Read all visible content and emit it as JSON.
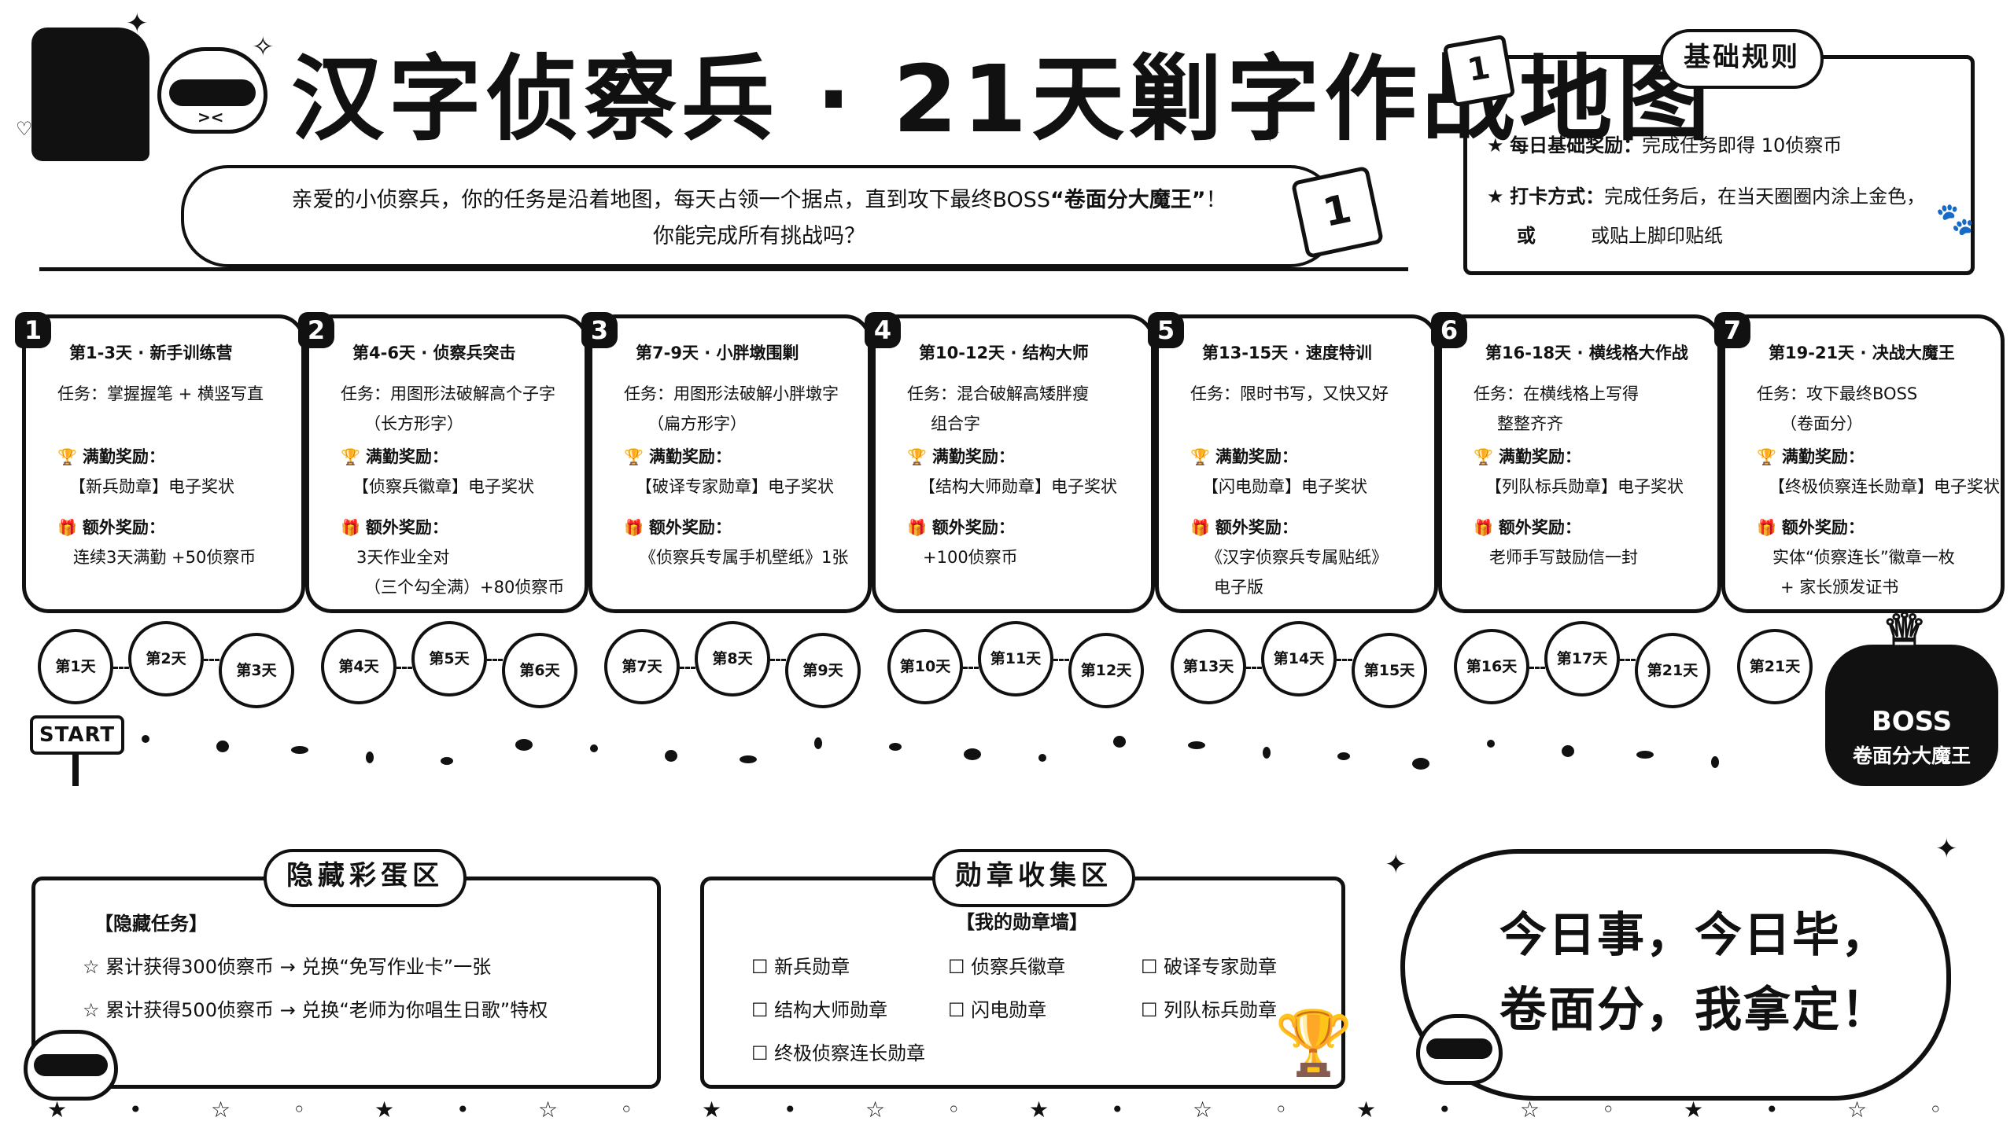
{
  "header": {
    "title": "汉字侦察兵 · 21天剿字作战地图",
    "intro_line1_a": "亲爱的小侦察兵，你的任务是沿着地图，每天占领一个据点，直到攻下最终BOSS",
    "intro_line1_b": "“卷面分大魔王”",
    "intro_line1_c": "！",
    "intro_line2": "你能完成所有挑战吗？"
  },
  "rules": {
    "title": "基础规则",
    "line1_label": "每日基础奖励：",
    "line1_text": "完成任务即得 10侦察币",
    "line2_label": "打卡方式：",
    "line2_text": "完成任务后，在当天圈圈内涂上金色，",
    "line3_label": "或",
    "line3_text": "或贴上脚印贴纸"
  },
  "stages": [
    {
      "num": "1",
      "title": "第1-3天 · 新手训练营",
      "task_label": "任务：",
      "task": "掌握握笔 + 横竖写直",
      "task2": "",
      "reward_label": "满勤奖励：",
      "reward": "【新兵勋章】电子奖状",
      "reward2": "",
      "extra_label": "额外奖励：",
      "extra": "连续3天满勤 +50侦察币",
      "extra2": ""
    },
    {
      "num": "2",
      "title": "第4-6天 · 侦察兵突击",
      "task_label": "任务：",
      "task": "用图形法破解高个子字",
      "task2": "（长方形字）",
      "reward_label": "满勤奖励：",
      "reward": "【侦察兵徽章】电子奖状",
      "reward2": "",
      "extra_label": "额外奖励：",
      "extra": "3天作业全对",
      "extra2": "（三个勾全满）+80侦察币"
    },
    {
      "num": "3",
      "title": "第7-9天 · 小胖墩围剿",
      "task_label": "任务：",
      "task": "用图形法破解小胖墩字",
      "task2": "（扁方形字）",
      "reward_label": "满勤奖励：",
      "reward": "【破译专家勋章】电子奖状",
      "reward2": "",
      "extra_label": "额外奖励：",
      "extra": "《侦察兵专属手机壁纸》1张",
      "extra2": ""
    },
    {
      "num": "4",
      "title": "第10-12天 · 结构大师",
      "task_label": "任务：",
      "task": "混合破解高矮胖瘦",
      "task2": "组合字",
      "reward_label": "满勤奖励：",
      "reward": "【结构大师勋章】电子奖状",
      "reward2": "",
      "extra_label": "额外奖励：",
      "extra": "+100侦察币",
      "extra2": ""
    },
    {
      "num": "5",
      "title": "第13-15天 · 速度特训",
      "task_label": "任务：",
      "task": "限时书写，又快又好",
      "task2": "",
      "reward_label": "满勤奖励：",
      "reward": "【闪电勋章】电子奖状",
      "reward2": "",
      "extra_label": "额外奖励：",
      "extra": "《汉字侦察兵专属贴纸》",
      "extra2": "电子版"
    },
    {
      "num": "6",
      "title": "第16-18天 · 横线格大作战",
      "task_label": "任务：",
      "task": "在横线格上写得",
      "task2": "整整齐齐",
      "reward_label": "满勤奖励：",
      "reward": "【列队标兵勋章】电子奖状",
      "reward2": "",
      "extra_label": "额外奖励：",
      "extra": "老师手写鼓励信一封",
      "extra2": ""
    },
    {
      "num": "7",
      "title": "第19-21天 · 决战大魔王",
      "task_label": "任务：",
      "task": "攻下最终BOSS",
      "task2": "（卷面分）",
      "reward_label": "满勤奖励：",
      "reward": "【终极侦察连长勋章】电子奖状",
      "reward2": "",
      "extra_label": "额外奖励：",
      "extra": "实体“侦察连长”徽章一枚",
      "extra2": "+ 家长颁发证书"
    }
  ],
  "days": [
    "第1天",
    "第2天",
    "第3天",
    "第4天",
    "第5天",
    "第6天",
    "第7天",
    "第8天",
    "第9天",
    "第10天",
    "第11天",
    "第12天",
    "第13天",
    "第14天",
    "第15天",
    "第16天",
    "第17天",
    "第21天",
    "第21天"
  ],
  "start_label": "START",
  "boss": {
    "line1": "BOSS",
    "line2": "卷面分大魔王"
  },
  "easter": {
    "title": "隐藏彩蛋区",
    "heading": "【隐藏任务】",
    "item1": "累计获得300侦察币 → 兑换“免写作业卡”一张",
    "item2": "累计获得500侦察币 → 兑换“老师为你唱生日歌”特权"
  },
  "medals": {
    "title": "勋章收集区",
    "heading": "【我的勋章墙】",
    "items": [
      "新兵勋章",
      "侦察兵徽章",
      "破译专家勋章",
      "结构大师勋章",
      "闪电勋章",
      "列队标兵勋章",
      "终极侦察连长勋章"
    ]
  },
  "slogan": {
    "line1": "今日事，今日毕，",
    "line2": "卷面分，我拿定！"
  },
  "icons": {
    "star": "star-icon",
    "trophy": "trophy-icon",
    "gift": "gift-icon",
    "calendar": "calendar-icon",
    "paw": "paw-icon",
    "crown": "crown-icon"
  }
}
